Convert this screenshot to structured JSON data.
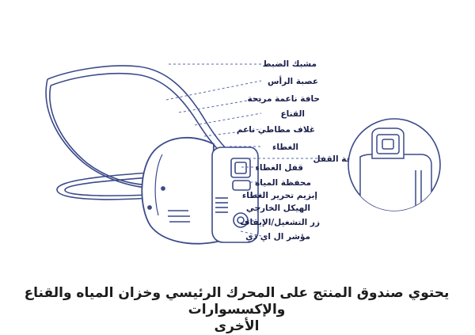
{
  "labels": [
    "مشبك الضبط",
    "عصبة الرأس",
    "حافة ناعمة مريحة",
    "القناع",
    "غلاف مطاطي ناعم",
    "الغطاء",
    "حلقة القفل",
    "قفل الغطاء",
    "محفظة المياه",
    "إبزيم تحرير الغطاء",
    "الهيكل الخارجي",
    "زر التشغيل/الإيقاف",
    "مؤشر ال اي دي"
  ],
  "caption": {
    "line1": "يحتوي صندوق المنتج على المحرك الرئيسي وخزان المياه والقناع والإكسسوارات",
    "line2": "الأخرى"
  },
  "colors": {
    "outline": "#3b4a8a",
    "text": "#1a1f4a",
    "dashes": "#5a6aa8"
  }
}
